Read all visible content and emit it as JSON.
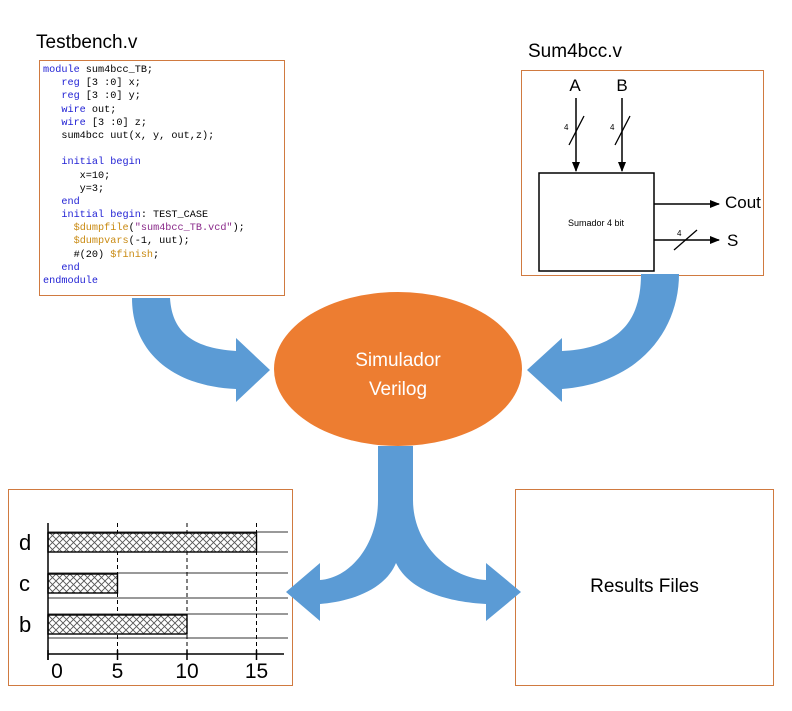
{
  "testbench": {
    "title": "Testbench.v",
    "code_lines": [
      [
        {
          "t": "module",
          "c": "kw"
        },
        {
          "t": " sum4bcc_TB;",
          "c": "blk"
        }
      ],
      [
        {
          "t": "   ",
          "c": "blk"
        },
        {
          "t": "reg",
          "c": "kw"
        },
        {
          "t": " [3 :0] x;",
          "c": "blk"
        }
      ],
      [
        {
          "t": "   ",
          "c": "blk"
        },
        {
          "t": "reg",
          "c": "kw"
        },
        {
          "t": " [3 :0] y;",
          "c": "blk"
        }
      ],
      [
        {
          "t": "   ",
          "c": "blk"
        },
        {
          "t": "wire",
          "c": "kw"
        },
        {
          "t": " out;",
          "c": "blk"
        }
      ],
      [
        {
          "t": "   ",
          "c": "blk"
        },
        {
          "t": "wire",
          "c": "kw"
        },
        {
          "t": " [3 :0] z;",
          "c": "blk"
        }
      ],
      [
        {
          "t": "   sum4bcc uut(x, y, out,z);",
          "c": "blk"
        }
      ],
      [
        {
          "t": "",
          "c": "blk"
        }
      ],
      [
        {
          "t": "   ",
          "c": "blk"
        },
        {
          "t": "initial begin",
          "c": "kw"
        }
      ],
      [
        {
          "t": "      x=10;",
          "c": "blk"
        }
      ],
      [
        {
          "t": "      y=3;",
          "c": "blk"
        }
      ],
      [
        {
          "t": "   ",
          "c": "blk"
        },
        {
          "t": "end",
          "c": "kw"
        }
      ],
      [
        {
          "t": "   ",
          "c": "blk"
        },
        {
          "t": "initial begin",
          "c": "kw"
        },
        {
          "t": ": TEST_CASE",
          "c": "blk"
        }
      ],
      [
        {
          "t": "     ",
          "c": "blk"
        },
        {
          "t": "$dumpfile",
          "c": "sys"
        },
        {
          "t": "(",
          "c": "blk"
        },
        {
          "t": "\"sum4bcc_TB.vcd\"",
          "c": "str"
        },
        {
          "t": ");",
          "c": "blk"
        }
      ],
      [
        {
          "t": "     ",
          "c": "blk"
        },
        {
          "t": "$dumpvars",
          "c": "sys"
        },
        {
          "t": "(-1, uut);",
          "c": "blk"
        }
      ],
      [
        {
          "t": "     #(20) ",
          "c": "blk"
        },
        {
          "t": "$finish",
          "c": "sys"
        },
        {
          "t": ";",
          "c": "blk"
        }
      ],
      [
        {
          "t": "   ",
          "c": "blk"
        },
        {
          "t": "end",
          "c": "kw"
        }
      ],
      [
        {
          "t": "endmodule",
          "c": "kw"
        }
      ]
    ]
  },
  "module": {
    "title": "Sum4bcc.v",
    "input_a": "A",
    "input_b": "B",
    "bus_width_a": "4",
    "bus_width_b": "4",
    "bus_width_s": "4",
    "block_label": "Sumador 4 bit",
    "output_cout": "Cout",
    "output_s": "S"
  },
  "simulator": {
    "line1": "Simulador",
    "line2": "Verilog"
  },
  "waveform": {
    "signals": [
      {
        "name": "d",
        "end": 15
      },
      {
        "name": "c",
        "end": 5
      },
      {
        "name": "b",
        "end": 10
      }
    ],
    "ticks": [
      "0",
      "5",
      "10",
      "15"
    ]
  },
  "results": {
    "label": "Results Files"
  },
  "colors": {
    "arrow": "#5b9bd5",
    "ellipse": "#ed7d31",
    "panel_border": "#d07a40",
    "keyword": "#1f1fd4",
    "system_task": "#c98a12"
  }
}
